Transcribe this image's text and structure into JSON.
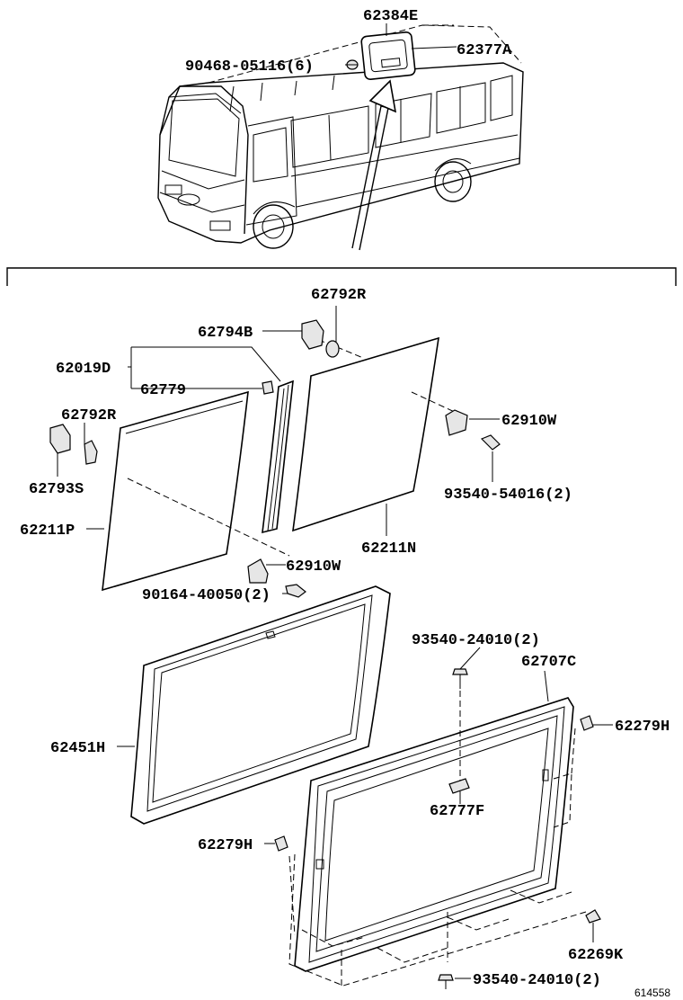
{
  "labels": {
    "l_62384E": "62384E",
    "l_62377A": "62377A",
    "l_90468": "90468-05116(6)",
    "l_62792R_top": "62792R",
    "l_62794B": "62794B",
    "l_62019D": "62019D",
    "l_62779": "62779",
    "l_62792R_left": "62792R",
    "l_62910W_right": "62910W",
    "l_62793S": "62793S",
    "l_93540_54016": "93540-54016(2)",
    "l_62211P": "62211P",
    "l_62211N": "62211N",
    "l_62910W_bottom": "62910W",
    "l_90164": "90164-40050(2)",
    "l_93540_24010_top": "93540-24010(2)",
    "l_62707C": "62707C",
    "l_62279H_right": "62279H",
    "l_62451H": "62451H",
    "l_62777F": "62777F",
    "l_62279H_left": "62279H",
    "l_62269K": "62269K",
    "l_93540_24010_bottom": "93540-24010(2)"
  },
  "diagram_id": "614558"
}
